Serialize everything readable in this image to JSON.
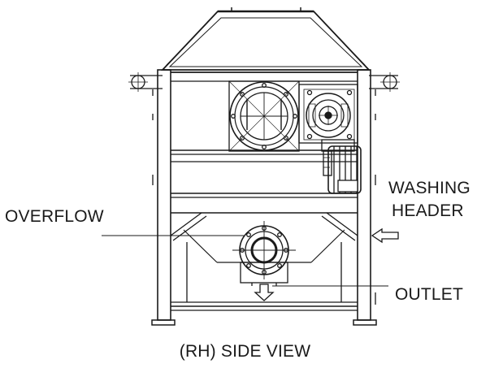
{
  "labels": {
    "washing_line1": "WASHING",
    "washing_line2": "HEADER",
    "overflow": "OVERFLOW",
    "outlet": "OUTLET",
    "caption": "(RH) SIDE VIEW"
  },
  "colors": {
    "line": "#1a1a1a",
    "background": "#ffffff"
  }
}
